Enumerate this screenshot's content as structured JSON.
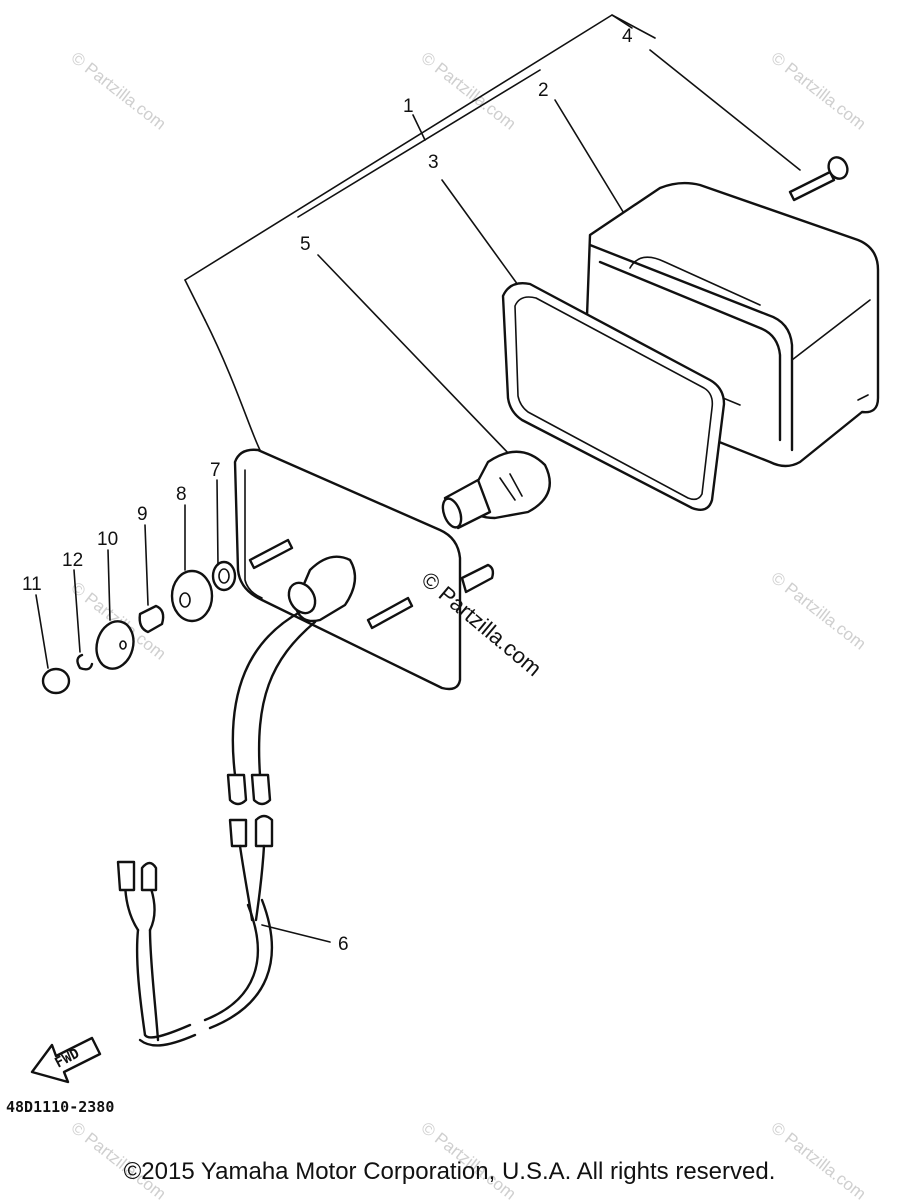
{
  "callouts": [
    "1",
    "2",
    "3",
    "4",
    "5",
    "6",
    "7",
    "8",
    "9",
    "10",
    "11",
    "12"
  ],
  "watermark": "© Partzilla.com",
  "fwd_label": "FWD",
  "diagram_code": "48D1110-2380",
  "copyright": "©2015  Yamaha Motor Corporation, U.S.A. All rights reserved.",
  "colors": {
    "line": "#111111",
    "watermark": "#cfcfcf",
    "background": "#ffffff"
  }
}
